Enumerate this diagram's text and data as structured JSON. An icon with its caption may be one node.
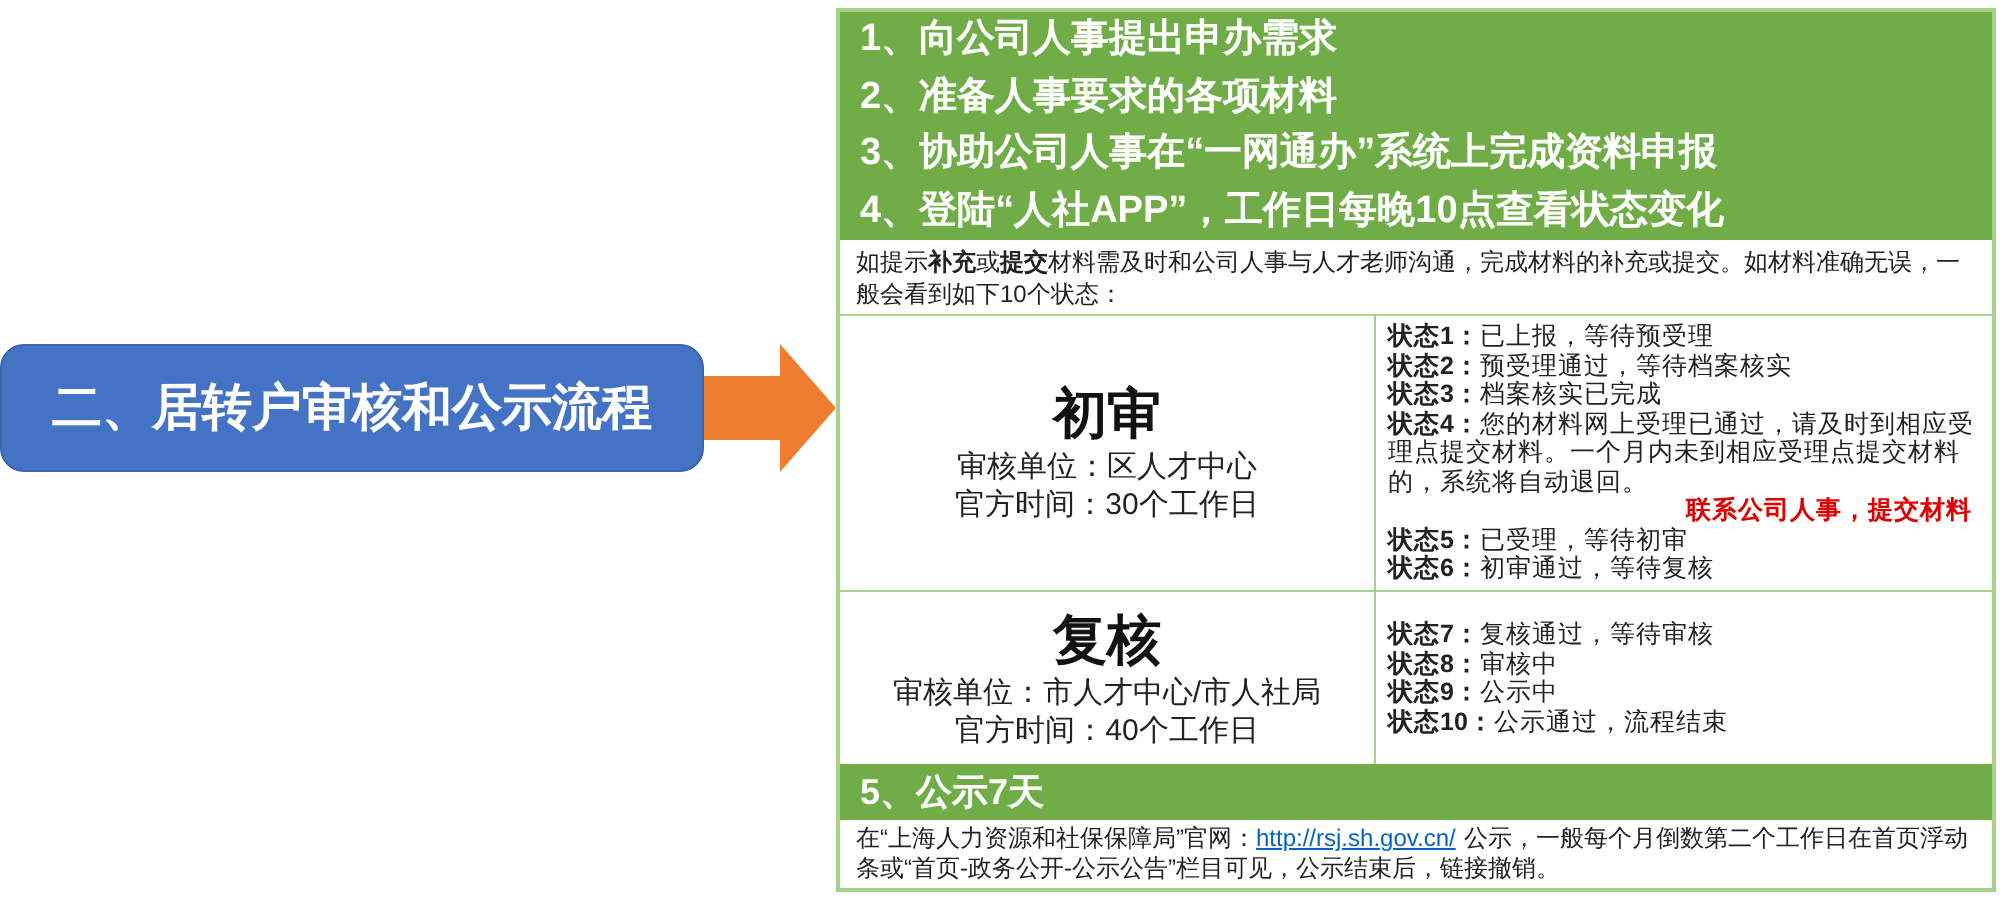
{
  "diagram": {
    "nodes": [
      {
        "text": [
          "二、居转户审核和公示流程"
        ]
      },
      {
        "text": [],
        "shape": "box"
      },
      {
        "text": [
          "1、向公司人事提出申办需求",
          "2、准备人事要求的各项材料",
          "3、协助公司人事在“一网通办”系统上完成资料申报",
          "4、登陆“人社APP”，工作日每晚10点查看状态变化"
        ],
        "in": 1
      },
      {
        "text": [
          "如提示**补充**或**提交**材料需及时和公司人事与人才老师沟通，完成材料的补充或提交。如材料准确无误，一般会看到如下10个状态："
        ],
        "in": 1
      },
      {
        "text": [
          "初审",
          "审核单位：区人才中心",
          "官方时间：30个工作日"
        ],
        "in": 1
      },
      {
        "text": [
          "**状态1：**已上报，等待预受理",
          "**状态2：**预受理通过，等待档案核实",
          "**状态3：**档案核实已完成",
          "**状态4：**您的材料网上受理已通过，请及时到相应受理点提交材料。一个月内未到相应受理点提交材料的，系统将自动退回。",
          "联系公司人事，提交材料",
          "**状态5：**已受理，等待初审",
          "**状态6：**初审通过，等待复核"
        ],
        "in": 1
      },
      {
        "text": [
          "复核",
          "审核单位：市人才中心/市人社局",
          "官方时间：40个工作日"
        ],
        "in": 1
      },
      {
        "text": [
          "**状态7：**复核通过，等待审核",
          "**状态8：**审核中",
          "**状态9：**公示中",
          "**状态10：**公示通过，流程结束"
        ],
        "in": 1
      },
      {
        "text": [
          "5、公示7天"
        ],
        "in": 1
      },
      {
        "text": [
          "在“上海人力资源和社保保障局”官网：",
          "http://rsj.sh.gov.cn/",
          "公示，一般每个月倒数第二个工作日在首页浮动条或“首页-政务公开-公示公告”栏目可见，公示结束后，链接撤销。"
        ],
        "in": 1
      }
    ],
    "edges": [
      {
        "from": 0,
        "to": 1,
        "arrow": "to"
      }
    ]
  }
}
